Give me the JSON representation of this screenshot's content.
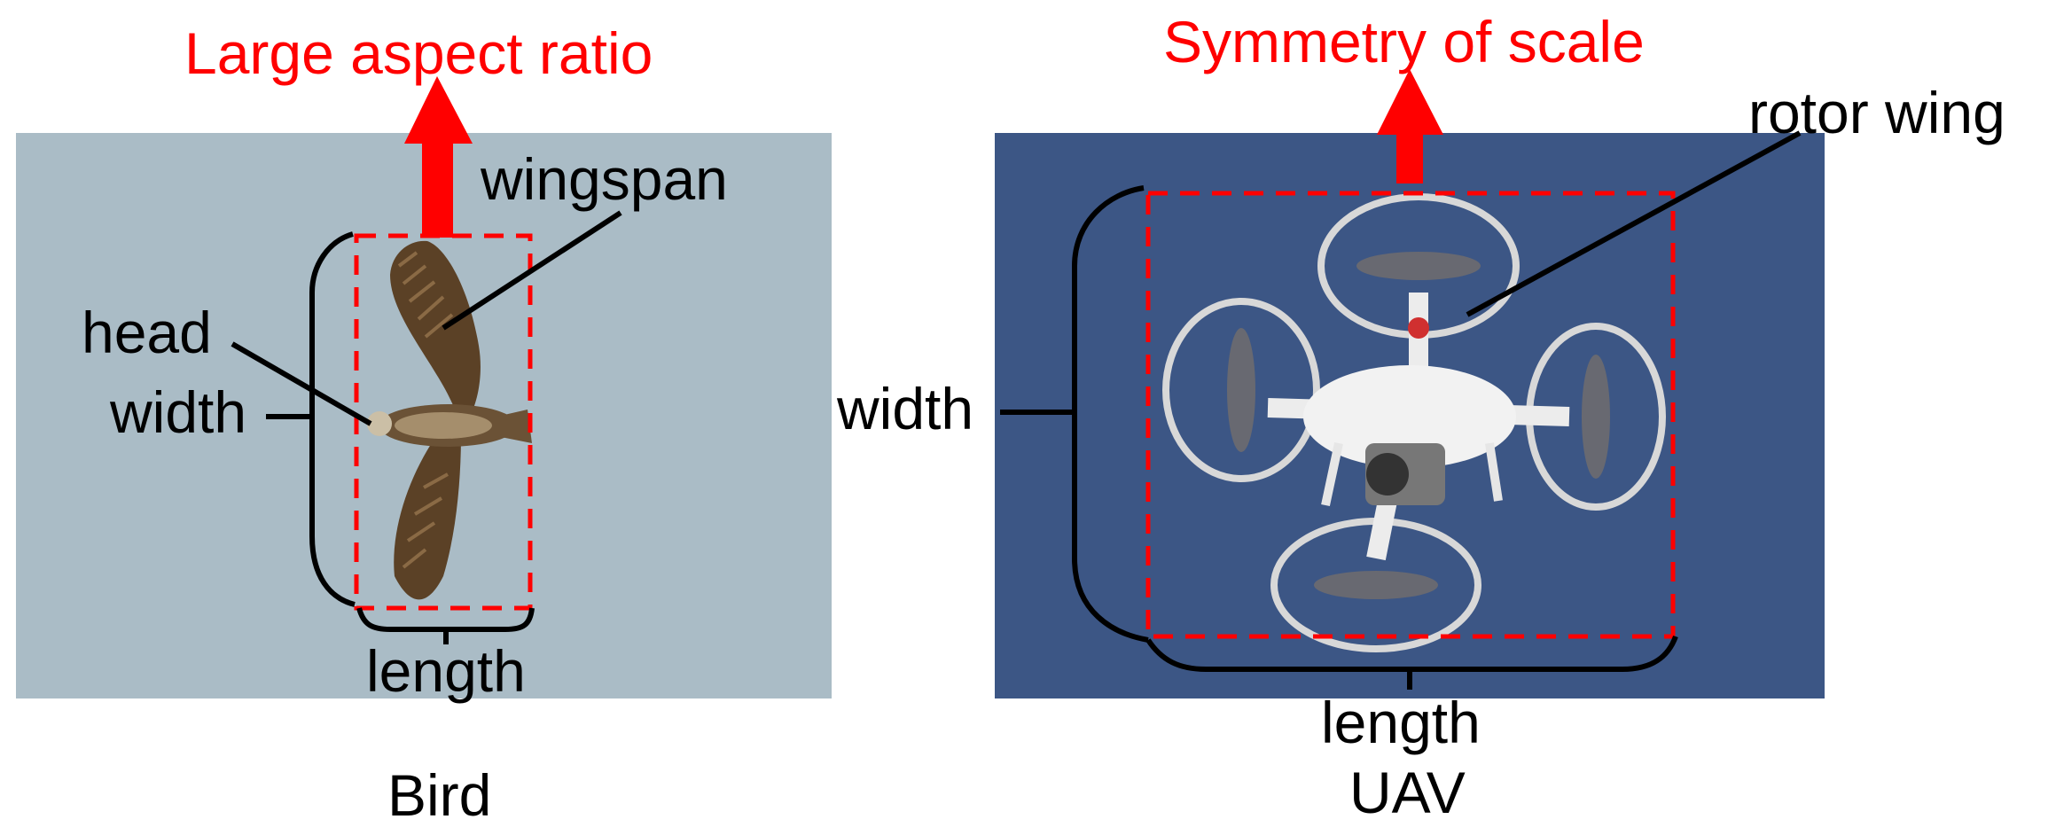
{
  "bird_panel": {
    "title": "Large aspect ratio",
    "caption": "Bird",
    "labels": {
      "wingspan": "wingspan",
      "head": "head",
      "width": "width",
      "length": "length"
    }
  },
  "uav_panel": {
    "title": "Symmetry of scale",
    "caption": "UAV",
    "labels": {
      "rotor_wing": "rotor wing",
      "width": "width",
      "length": "length"
    }
  },
  "colors": {
    "annotation_red": "#ff0000",
    "bracket_black": "#000000",
    "bird_sky": "#aabcc6",
    "uav_sky": "#3c5685"
  }
}
